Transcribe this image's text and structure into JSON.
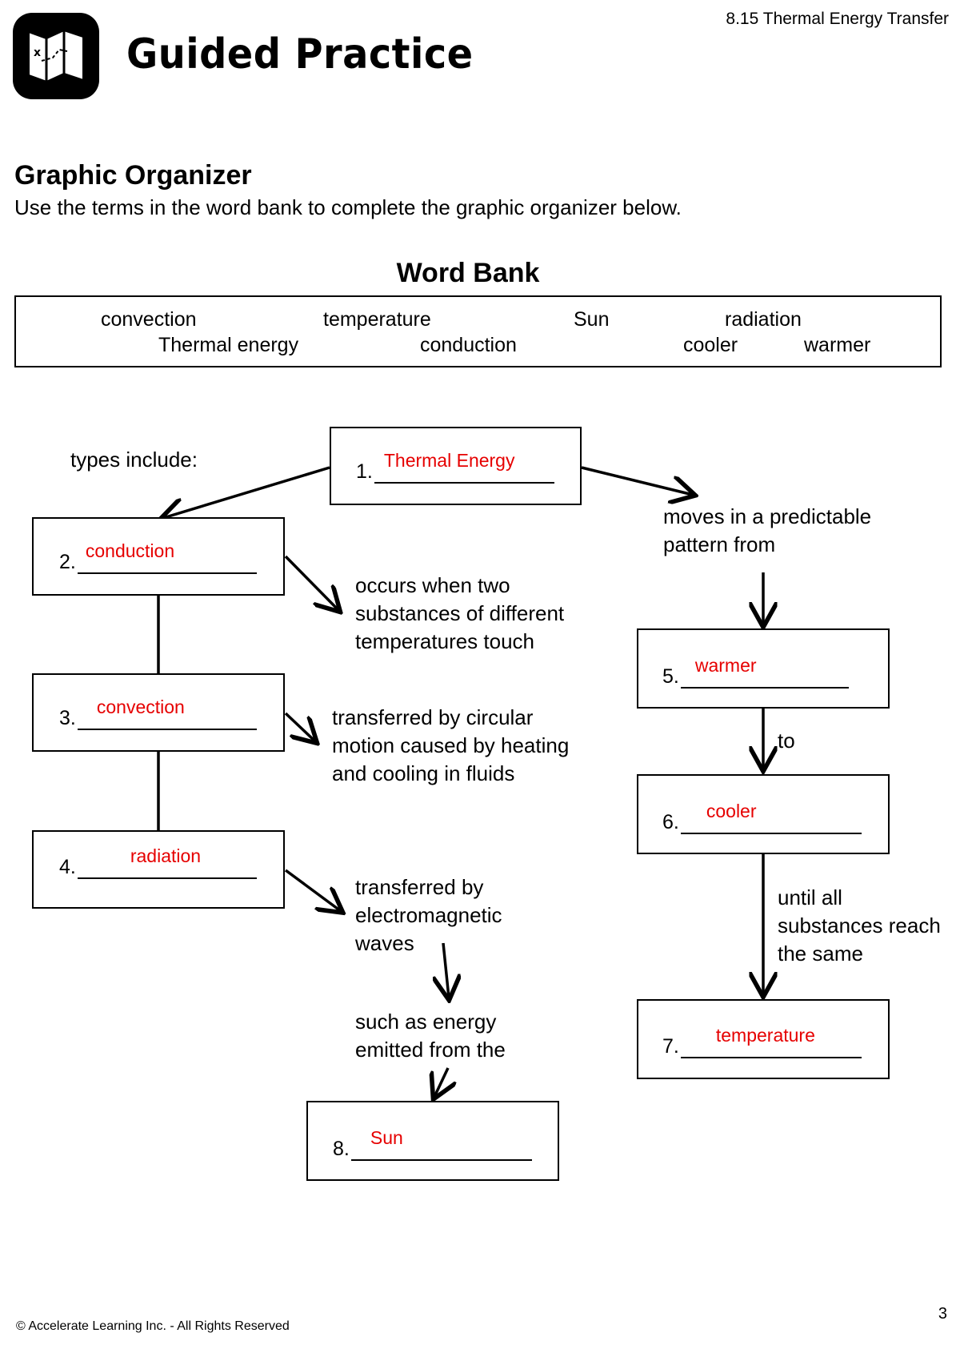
{
  "header": {
    "course_note": "8.15 Thermal Energy Transfer",
    "title": "Guided Practice",
    "logo_icon": "map-icon"
  },
  "section": {
    "title": "Graphic Organizer",
    "instructions": "Use the terms in the word bank to complete the graphic organizer below."
  },
  "word_bank": {
    "title": "Word Bank",
    "terms": [
      "convection",
      "temperature",
      "Sun",
      "radiation",
      "Thermal energy",
      "conduction",
      "cooler",
      "warmer"
    ]
  },
  "organizer": {
    "boxes": [
      {
        "number": "1.",
        "answer": "Thermal Energy"
      },
      {
        "number": "2.",
        "answer": "conduction"
      },
      {
        "number": "3.",
        "answer": "convection"
      },
      {
        "number": "4.",
        "answer": "radiation"
      },
      {
        "number": "5.",
        "answer": "warmer"
      },
      {
        "number": "6.",
        "answer": "cooler"
      },
      {
        "number": "7.",
        "answer": "temperature"
      },
      {
        "number": "8.",
        "answer": "Sun"
      }
    ],
    "labels": {
      "types_include": "types include:",
      "moves_line1": "moves in a predictable",
      "moves_line2": "pattern from",
      "conduction_line1": "occurs when two",
      "conduction_line2": "substances of different",
      "conduction_line3": "temperatures touch",
      "convection_line1": "transferred by circular",
      "convection_line2": "motion caused by heating",
      "convection_line3": "and cooling in fluids",
      "radiation_line1": "transferred by",
      "radiation_line2": "electromagnetic",
      "radiation_line3": "waves",
      "such_as_line1": "such as energy",
      "such_as_line2": "emitted from the",
      "to": "to",
      "until_line1": "until all",
      "until_line2": "substances reach",
      "until_line3": "the same"
    },
    "answer_color": "#e60000"
  },
  "footer": {
    "copyright": "© Accelerate Learning Inc. - All Rights Reserved",
    "page_number": "3"
  }
}
